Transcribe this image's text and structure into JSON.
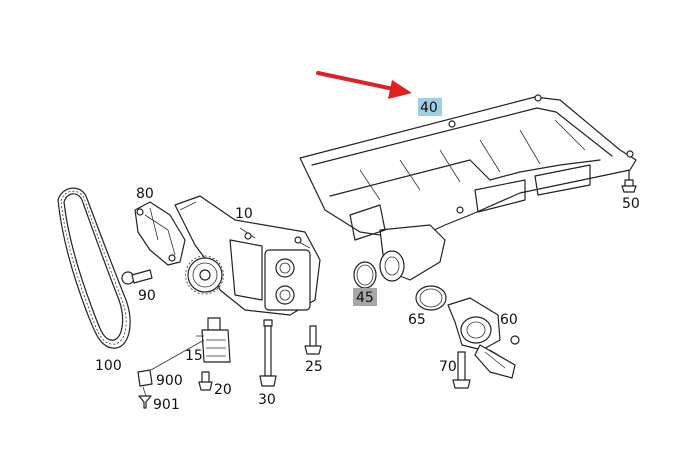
{
  "diagram": {
    "callouts": [
      {
        "id": "c40",
        "text": "40",
        "highlight": "#9fcfe6"
      },
      {
        "id": "c45",
        "text": "45",
        "highlight": "#a6a6a6"
      },
      {
        "id": "c50",
        "text": "50"
      },
      {
        "id": "c65",
        "text": "65"
      },
      {
        "id": "c60",
        "text": "60"
      },
      {
        "id": "c70",
        "text": "70"
      },
      {
        "id": "c80",
        "text": "80"
      },
      {
        "id": "c10",
        "text": "10"
      },
      {
        "id": "c90",
        "text": "90"
      },
      {
        "id": "c100",
        "text": "100"
      },
      {
        "id": "c15",
        "text": "15"
      },
      {
        "id": "c900",
        "text": "900"
      },
      {
        "id": "c901",
        "text": "901"
      },
      {
        "id": "c20",
        "text": "20"
      },
      {
        "id": "c30",
        "text": "30"
      },
      {
        "id": "c25",
        "text": "25"
      }
    ],
    "arrow_color": "#e02020",
    "line_color": "#222222"
  }
}
